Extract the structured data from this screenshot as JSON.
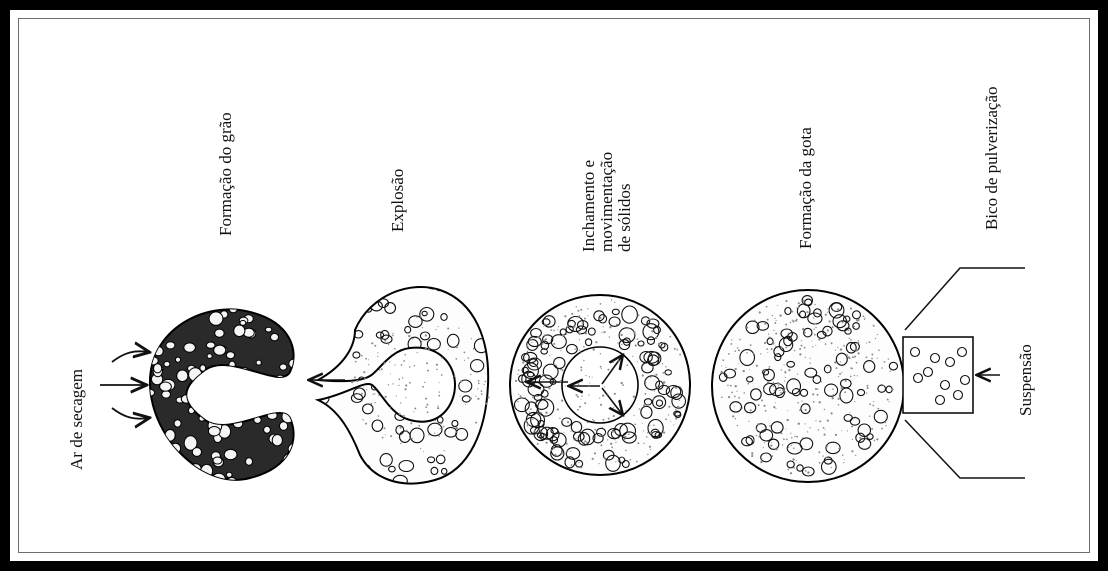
{
  "labels": {
    "ar_secagem": "Ar de secagem",
    "formacao_grao": "Formação do grão",
    "explosao": "Explosão",
    "inchamento_l1": "Inchamento e",
    "inchamento_l2": "movimentação",
    "inchamento_l3": "de sólidos",
    "formacao_gota": "Formação da gota",
    "bico": "Bico de pulverização",
    "suspensao": "Suspensão"
  },
  "colors": {
    "frame": "#000000",
    "ink": "#111111",
    "grain_fill": "#2a2a2a",
    "speckle": "#9a9a9a"
  }
}
